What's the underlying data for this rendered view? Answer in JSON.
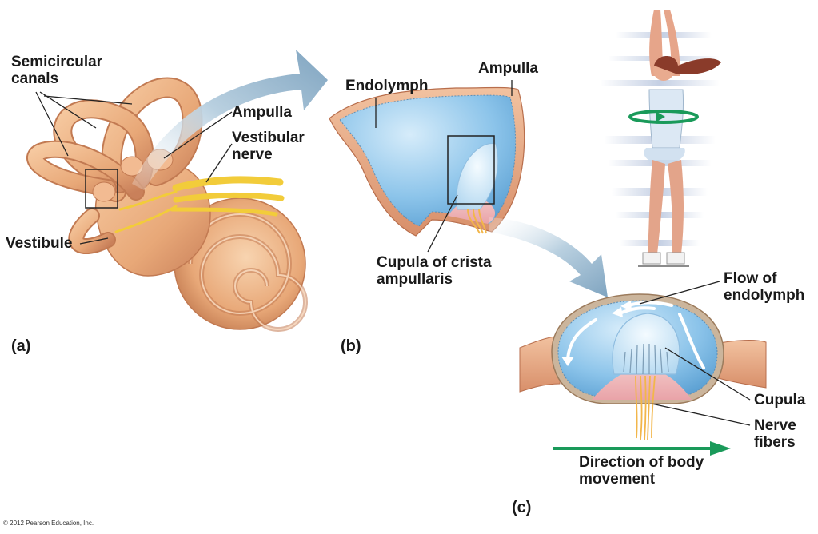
{
  "labels": {
    "semicircular_line1": "Semicircular",
    "semicircular_line2": "canals",
    "ampulla_a": "Ampulla",
    "vestibular_line1": "Vestibular",
    "vestibular_line2": "nerve",
    "vestibule": "Vestibule",
    "endolymph": "Endolymph",
    "ampulla_b": "Ampulla",
    "cupula_crista_line1": "Cupula of crista",
    "cupula_crista_line2": "ampullaris",
    "flow_line1": "Flow of",
    "flow_line2": "endolymph",
    "cupula": "Cupula",
    "nerve_line1": "Nerve",
    "nerve_line2": "fibers",
    "direction_line1": "Direction of body",
    "direction_line2": "movement"
  },
  "panels": {
    "a": "(a)",
    "b": "(b)",
    "c": "(c)"
  },
  "copyright": "© 2012 Pearson Education, Inc.",
  "colors": {
    "bone": "#e8a878",
    "bone_dark": "#c9805a",
    "endolymph": "#7ab8e4",
    "endolymph_light": "#c8e4f6",
    "nerve": "#f2cc3a",
    "direction_arrow": "#1a9a5a",
    "flow_arrow": "#ffffff",
    "connector_arrow": "#a9c3d6"
  }
}
